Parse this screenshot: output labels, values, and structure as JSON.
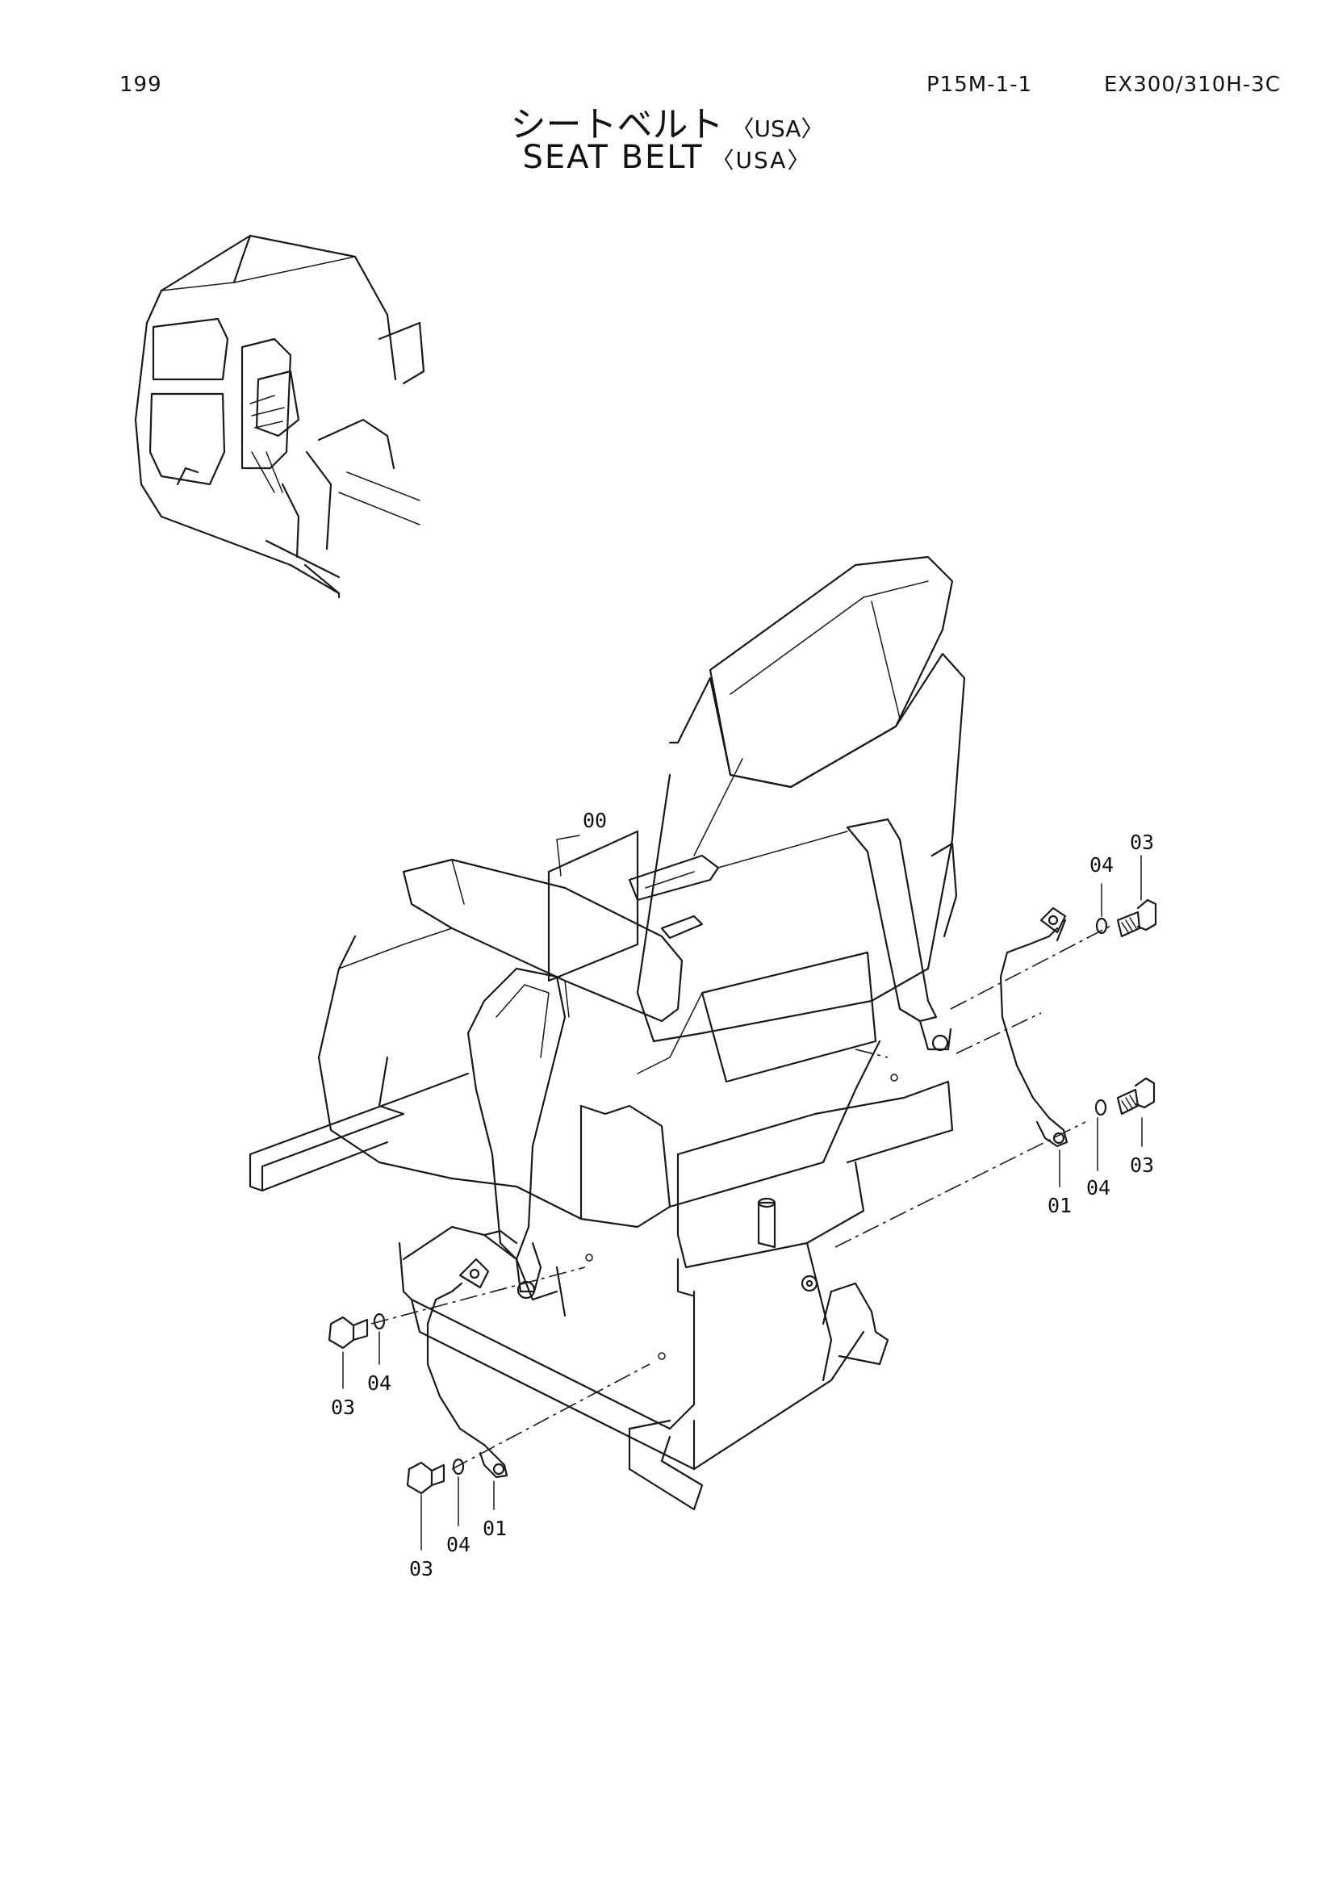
{
  "header": {
    "page_number": "199",
    "ref_code": "P15M-1-1",
    "model": "EX300/310H-3C"
  },
  "title": {
    "japanese": "シートベルト",
    "english": "SEAT BELT",
    "region_tag": "〈USA〉"
  },
  "callouts": {
    "assembly": "00",
    "belt_top_right": "01",
    "belt_bottom_left": "01",
    "bolt_top_right": "03",
    "bolt_mid_right": "03",
    "bolt_left_upper": "03",
    "bolt_left_lower": "03",
    "washer_top_right": "04",
    "washer_mid_right": "04",
    "washer_left_upper": "04",
    "washer_left_lower": "04"
  }
}
